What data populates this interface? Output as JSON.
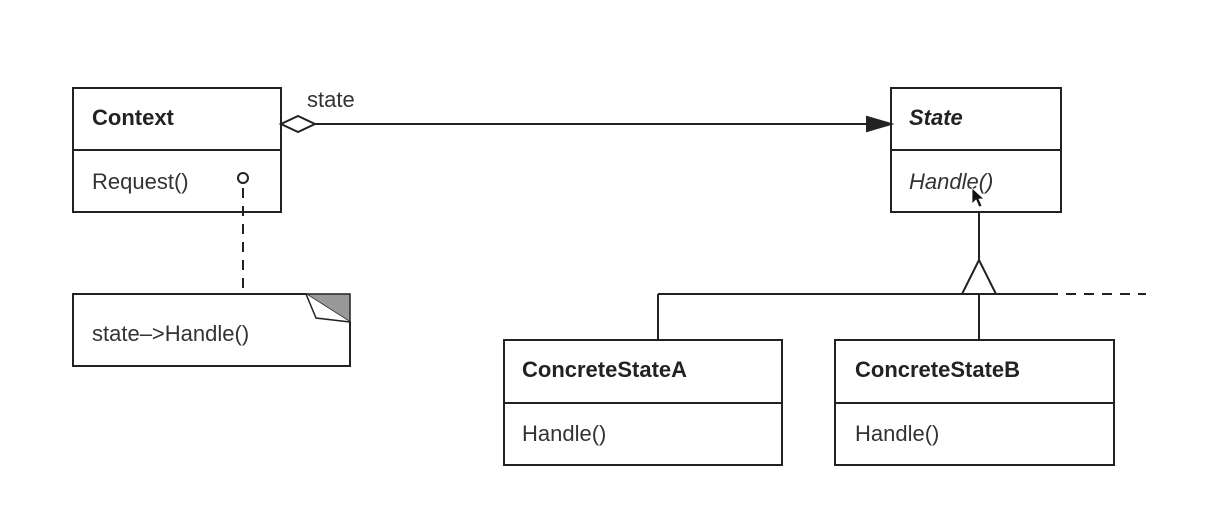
{
  "classes": {
    "context": {
      "name": "Context",
      "operation": "Request()"
    },
    "state": {
      "name": "State",
      "operation": "Handle()"
    },
    "concrete_a": {
      "name": "ConcreteStateA",
      "operation": "Handle()"
    },
    "concrete_b": {
      "name": "ConcreteStateB",
      "operation": "Handle()"
    }
  },
  "associations": {
    "context_state_role": "state"
  },
  "note": {
    "text": "state–>Handle()"
  },
  "colors": {
    "stroke": "#222222",
    "note_fold": "#999999"
  },
  "icons": {
    "cursor": "mouse-pointer-icon"
  }
}
